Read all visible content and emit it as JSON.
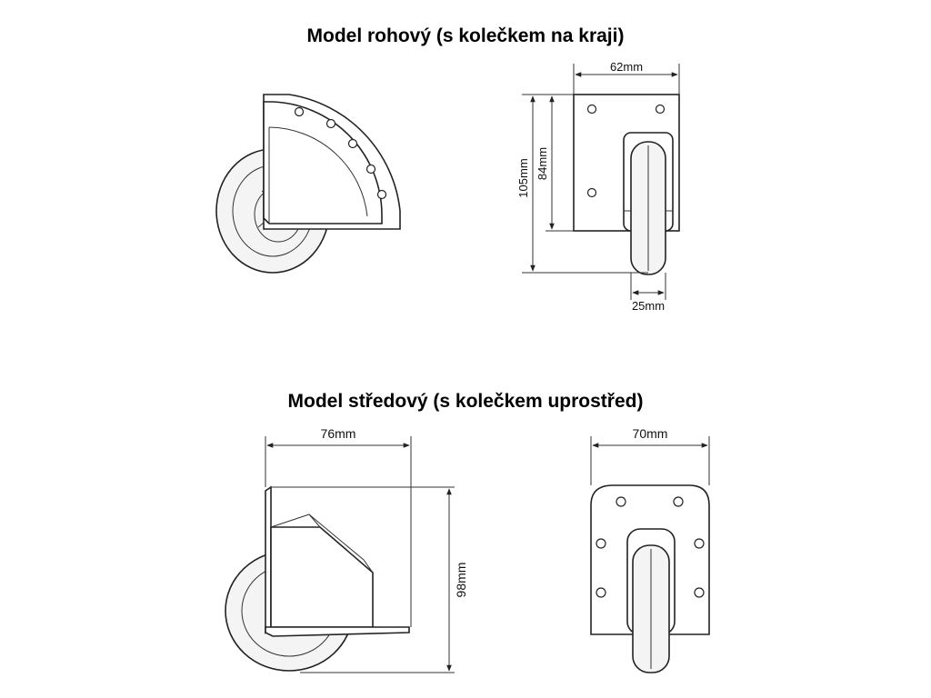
{
  "titles": {
    "corner_model": "Model rohový (s kolečkem na kraji)",
    "center_model": "Model středový (s kolečkem uprostřed)"
  },
  "dimensions": {
    "corner_width": "62mm",
    "corner_height_total": "105mm",
    "corner_height_plate": "84mm",
    "corner_wheel_width": "25mm",
    "center_depth": "76mm",
    "center_width": "70mm",
    "center_height": "98mm"
  }
}
